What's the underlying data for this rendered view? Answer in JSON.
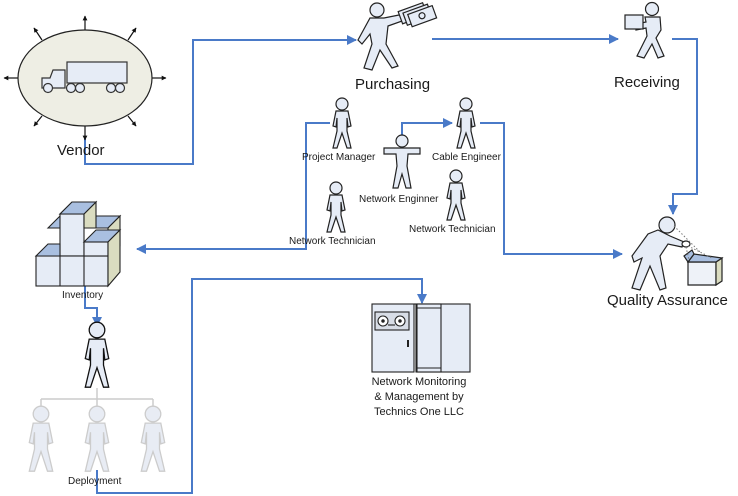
{
  "diagram": {
    "connector_color": "#4a7ac8",
    "figure_fill": "#e6ecf6",
    "figure_stroke": "#222222",
    "faded_fill": "#e8ecf4",
    "faded_stroke": "#cccccc",
    "vendor_ellipse_fill": "#eeeee4",
    "nodes": {
      "vendor": {
        "label": "Vendor",
        "icon": "truck-icon"
      },
      "purchasing": {
        "label": "Purchasing",
        "icon": "person-with-money-icon"
      },
      "receiving": {
        "label": "Receiving",
        "icon": "person-carrying-box-icon"
      },
      "quality_assurance": {
        "label": "Quality Assurance",
        "icon": "person-inspecting-box-icon"
      },
      "inventory": {
        "label": "Inventory",
        "icon": "stacked-boxes-icon"
      },
      "deployment": {
        "label": "Deployment",
        "icon": "org-chart-people-icon"
      },
      "network_monitoring": {
        "label": "Network Monitoring\n& Management by\nTechnics One LLC",
        "icon": "server-rack-icon"
      }
    },
    "team": [
      {
        "label": "Project Manager",
        "icon": "person-icon"
      },
      {
        "label": "Network Enginner",
        "icon": "person-arms-out-icon"
      },
      {
        "label": "Cable Engineer",
        "icon": "person-icon"
      },
      {
        "label": "Network Technician",
        "icon": "person-icon"
      },
      {
        "label": "Network Technician",
        "icon": "person-icon"
      }
    ],
    "flows": [
      {
        "from": "Vendor",
        "to": "Purchasing"
      },
      {
        "from": "Purchasing",
        "to": "Receiving"
      },
      {
        "from": "Receiving",
        "to": "Quality Assurance"
      },
      {
        "from": "Cable Engineer",
        "to": "Quality Assurance"
      },
      {
        "from": "Network Enginner",
        "to": "Cable Engineer"
      },
      {
        "from": "Project Manager",
        "to": "Inventory"
      },
      {
        "from": "Inventory",
        "to": "Deployment"
      },
      {
        "from": "Deployment",
        "to": "Network Monitoring & Management"
      }
    ]
  }
}
